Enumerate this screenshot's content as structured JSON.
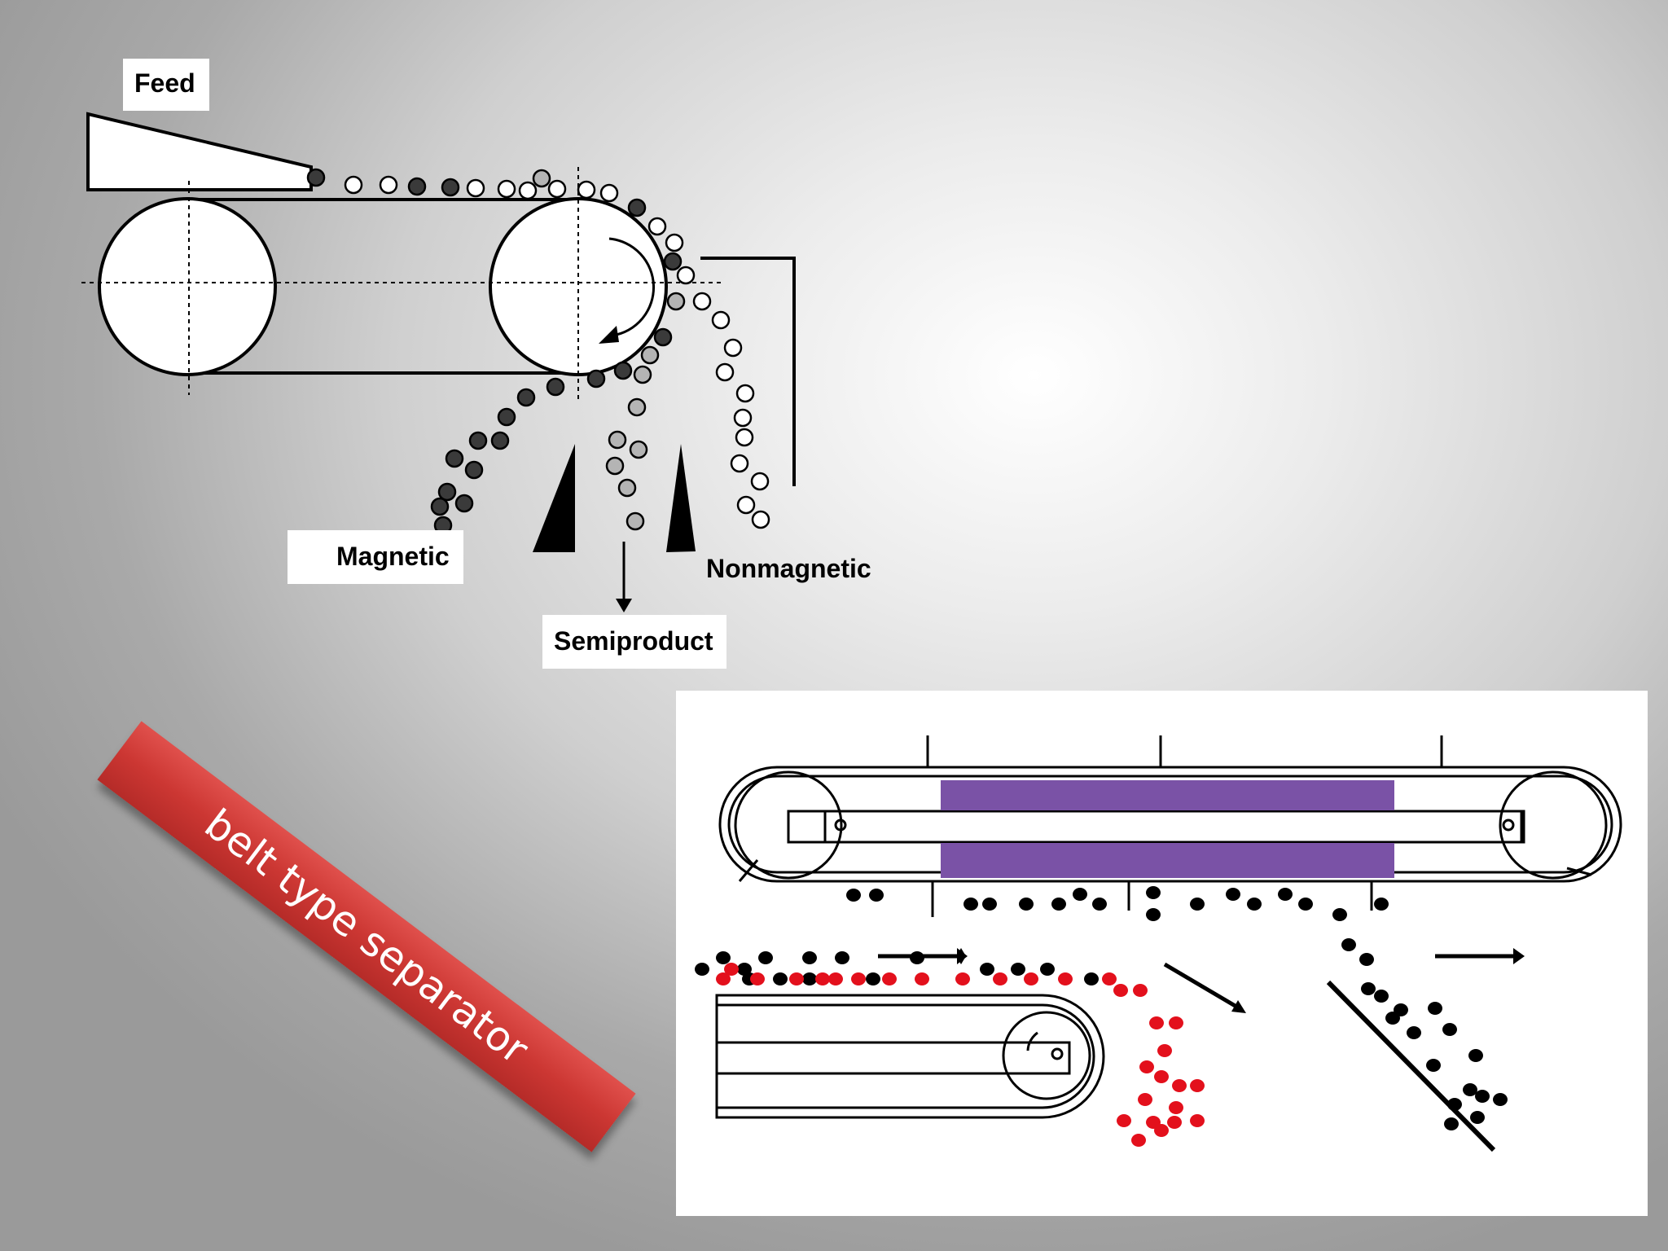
{
  "labels": {
    "feed": "Feed",
    "magnetic": "Magnetic",
    "nonmagnetic": "Nonmagnetic",
    "semiproduct": "Semiproduct"
  },
  "title": "belt type separator",
  "colors": {
    "magnetic_particle": "#3a3a3a",
    "semi_particle": "#b4b4b4",
    "nonmagnetic_particle": "#ffffff",
    "magnet_bar": "#7a52a6",
    "red_particle": "#e3101c",
    "black_particle": "#000000",
    "banner": "#cc3733"
  }
}
